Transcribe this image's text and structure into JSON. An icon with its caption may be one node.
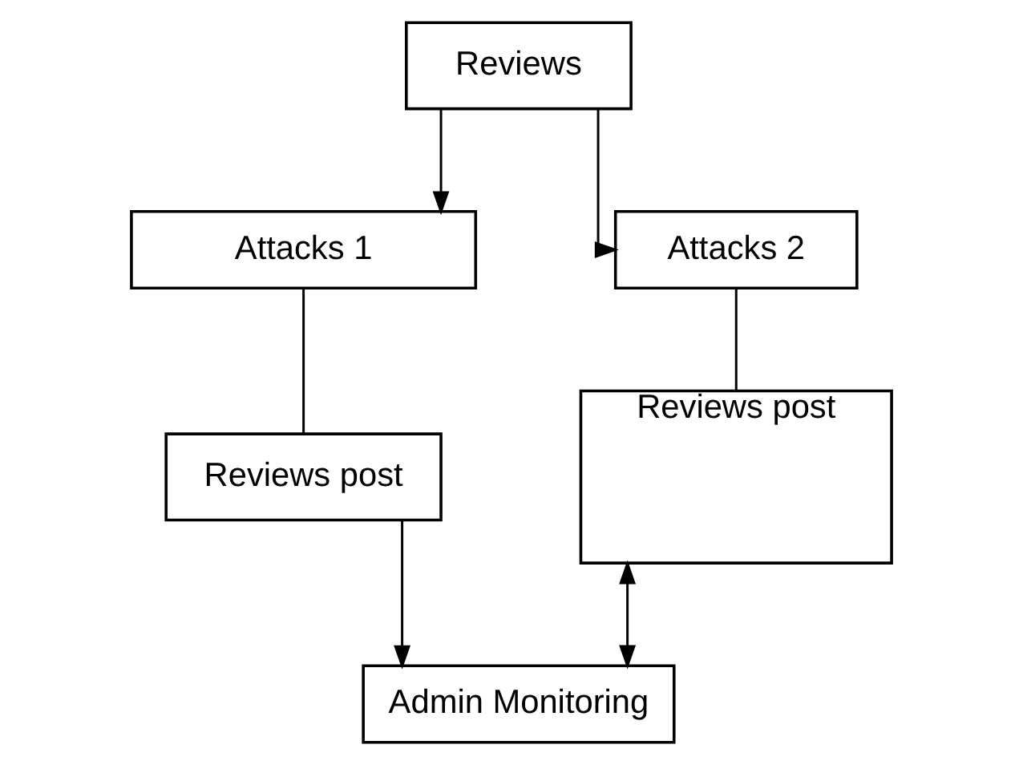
{
  "diagram": {
    "nodes": [
      {
        "text": [
          "Reviews"
        ]
      },
      {
        "text": [
          "Attacks 1"
        ]
      },
      {
        "text": [
          "Attacks 2"
        ]
      },
      {
        "text": [
          "Reviews post"
        ]
      },
      {
        "text": [
          "Reviews post"
        ]
      },
      {
        "text": [
          "Admin Monitoring"
        ]
      }
    ],
    "edges": [
      {
        "from": 0,
        "to": 1,
        "arrow": "to"
      },
      {
        "from": 0,
        "to": 2,
        "arrow": "to"
      },
      {
        "from": 1,
        "to": 3,
        "arrow": "none"
      },
      {
        "from": 2,
        "to": 4,
        "arrow": "none"
      },
      {
        "from": 3,
        "to": 5,
        "arrow": "to"
      },
      {
        "from": 5,
        "to": 4,
        "arrow": "both"
      }
    ]
  }
}
